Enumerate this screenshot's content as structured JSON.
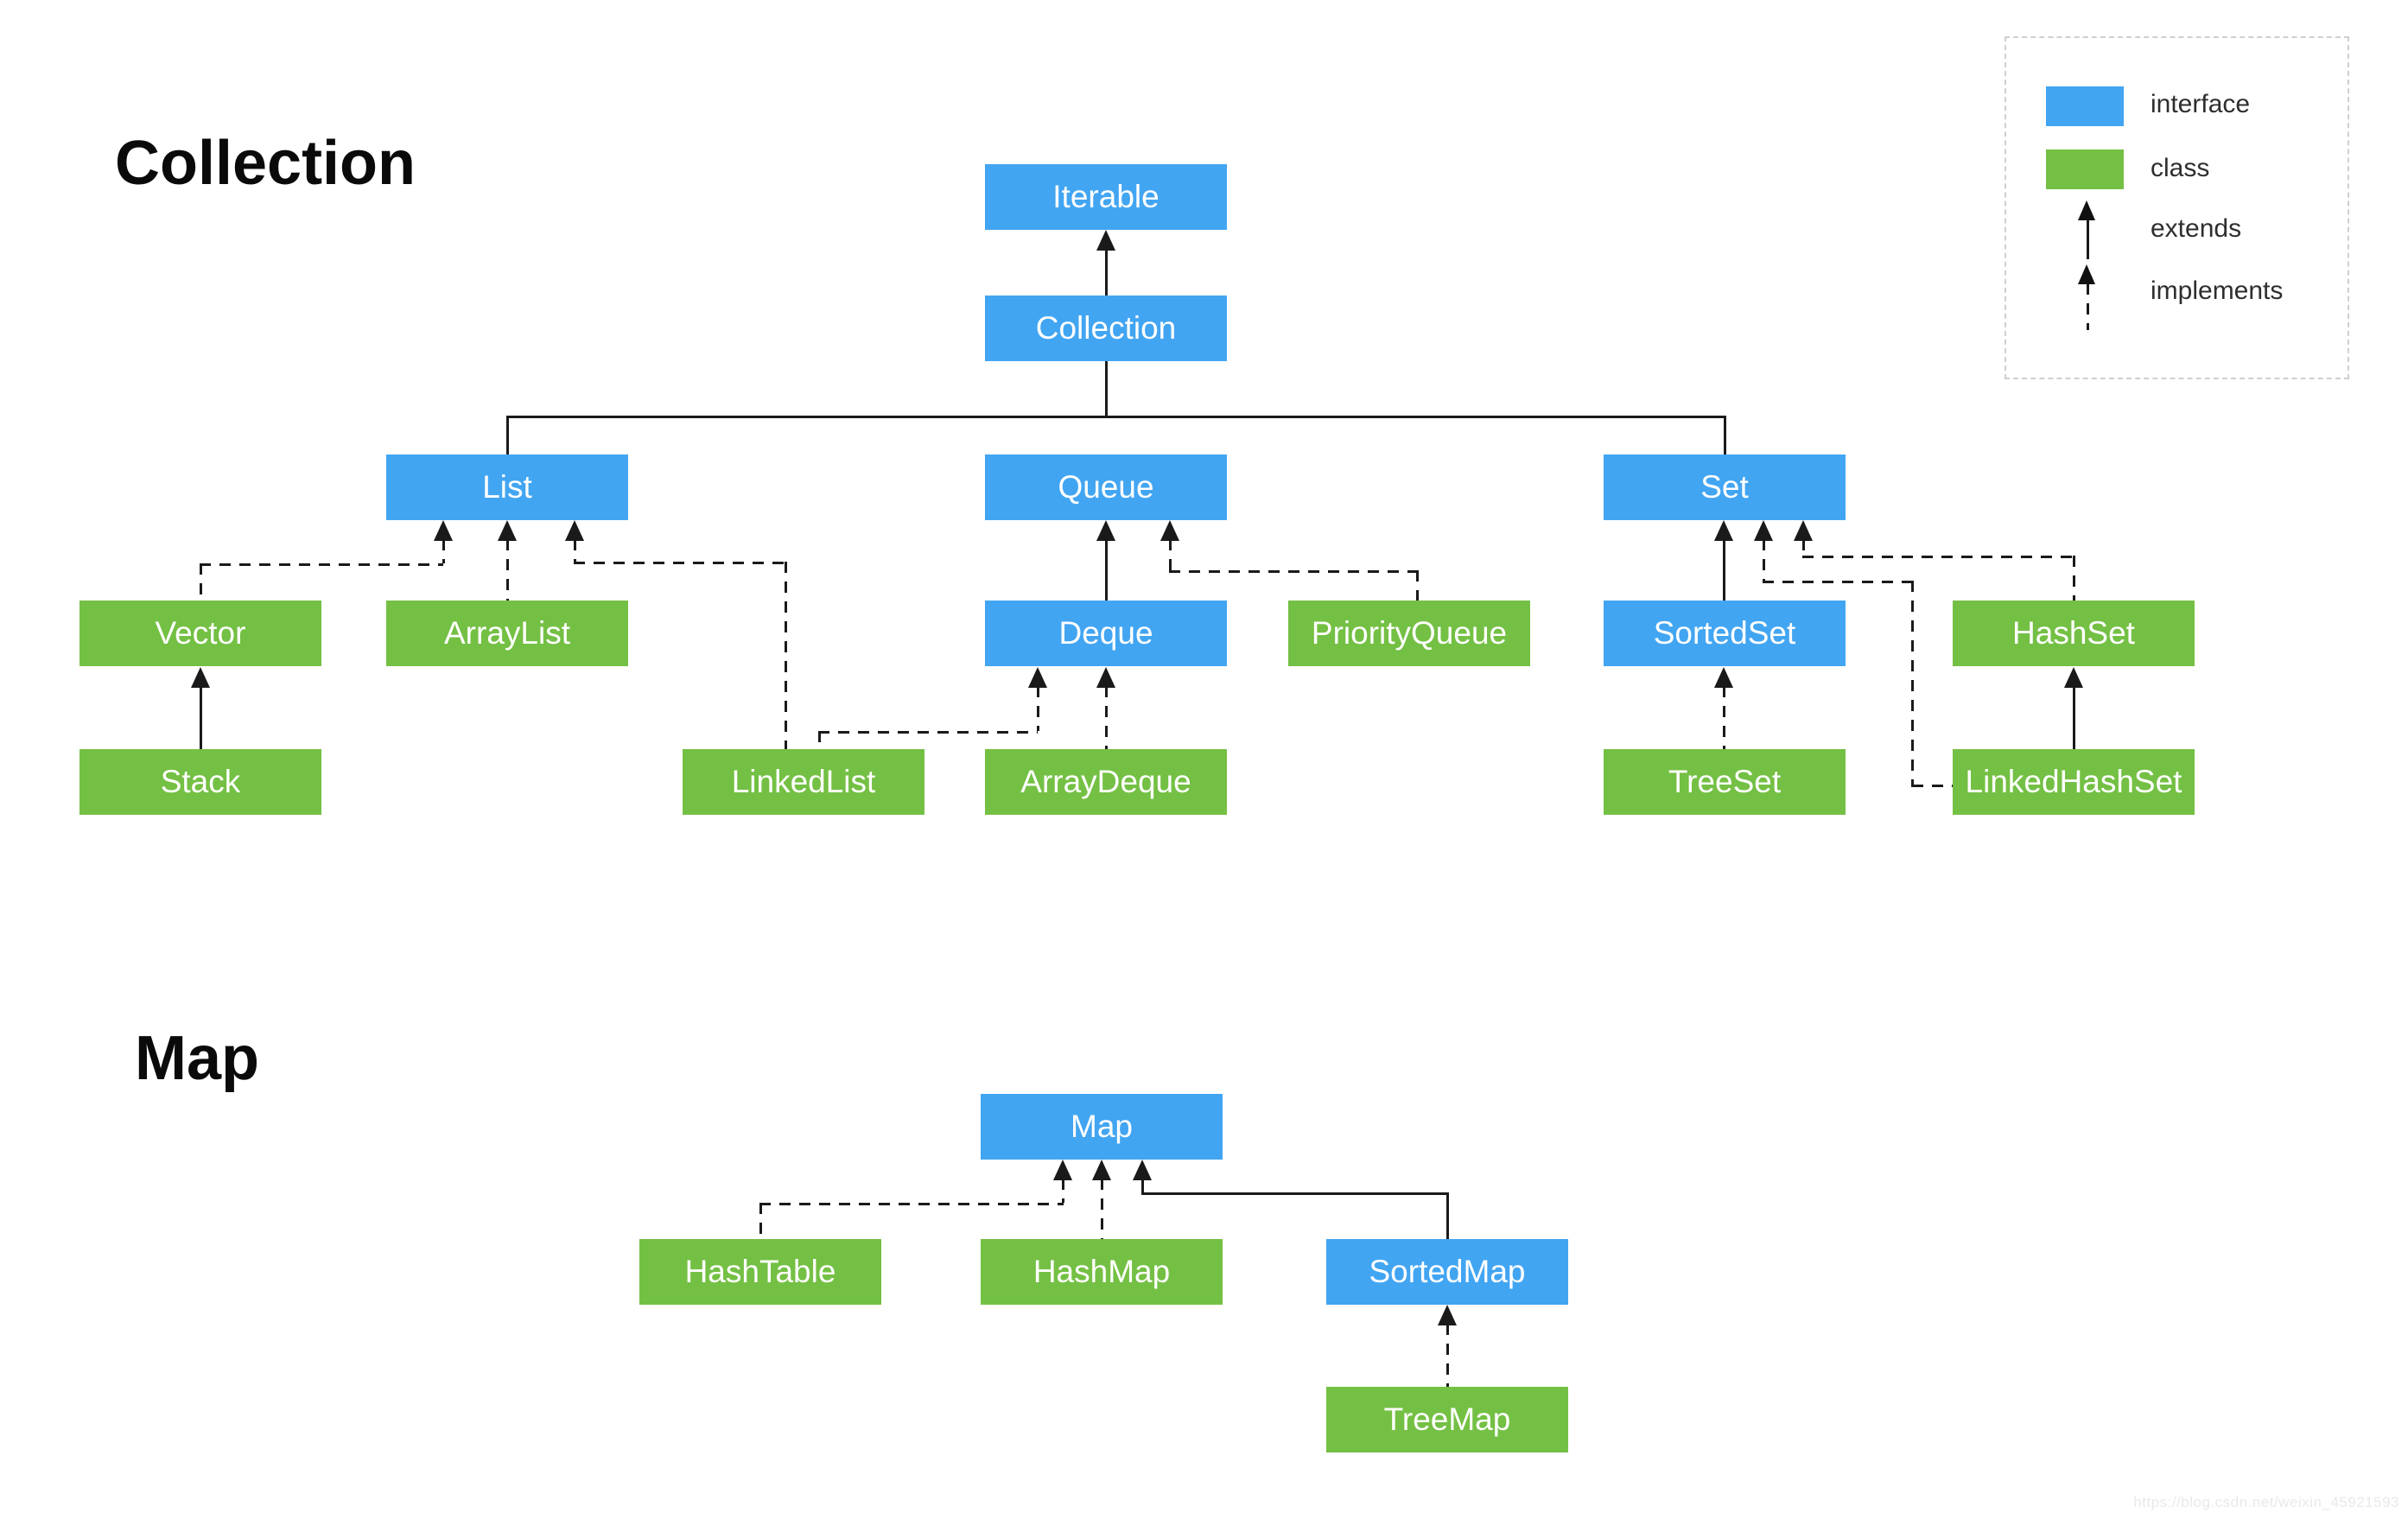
{
  "titles": {
    "collection": "Collection",
    "map": "Map"
  },
  "legend": {
    "interface_label": "interface",
    "class_label": "class",
    "extends_label": "extends",
    "implements_label": "implements"
  },
  "colors": {
    "interface_fill": "#42a5f2",
    "class_fill": "#74c044",
    "line": "#1a1a1a"
  },
  "nodes": {
    "iterable": {
      "label": "Iterable",
      "kind": "interface"
    },
    "collection": {
      "label": "Collection",
      "kind": "interface"
    },
    "list": {
      "label": "List",
      "kind": "interface"
    },
    "queue": {
      "label": "Queue",
      "kind": "interface"
    },
    "set": {
      "label": "Set",
      "kind": "interface"
    },
    "vector": {
      "label": "Vector",
      "kind": "class"
    },
    "arraylist": {
      "label": "ArrayList",
      "kind": "class"
    },
    "deque": {
      "label": "Deque",
      "kind": "interface"
    },
    "priorityqueue": {
      "label": "PriorityQueue",
      "kind": "class"
    },
    "sortedset": {
      "label": "SortedSet",
      "kind": "interface"
    },
    "hashset": {
      "label": "HashSet",
      "kind": "class"
    },
    "stack": {
      "label": "Stack",
      "kind": "class"
    },
    "linkedlist": {
      "label": "LinkedList",
      "kind": "class"
    },
    "arraydeque": {
      "label": "ArrayDeque",
      "kind": "class"
    },
    "treeset": {
      "label": "TreeSet",
      "kind": "class"
    },
    "linkedhashset": {
      "label": "LinkedHashSet",
      "kind": "class"
    },
    "map": {
      "label": "Map",
      "kind": "interface"
    },
    "hashtable": {
      "label": "HashTable",
      "kind": "class"
    },
    "hashmap": {
      "label": "HashMap",
      "kind": "class"
    },
    "sortedmap": {
      "label": "SortedMap",
      "kind": "interface"
    },
    "treemap": {
      "label": "TreeMap",
      "kind": "class"
    }
  },
  "edges": [
    {
      "from": "Collection",
      "to": "Iterable",
      "relation": "extends"
    },
    {
      "from": "List",
      "to": "Collection",
      "relation": "extends"
    },
    {
      "from": "Queue",
      "to": "Collection",
      "relation": "extends"
    },
    {
      "from": "Set",
      "to": "Collection",
      "relation": "extends"
    },
    {
      "from": "Vector",
      "to": "List",
      "relation": "implements"
    },
    {
      "from": "ArrayList",
      "to": "List",
      "relation": "implements"
    },
    {
      "from": "LinkedList",
      "to": "List",
      "relation": "implements"
    },
    {
      "from": "Stack",
      "to": "Vector",
      "relation": "extends"
    },
    {
      "from": "Deque",
      "to": "Queue",
      "relation": "extends"
    },
    {
      "from": "PriorityQueue",
      "to": "Queue",
      "relation": "implements"
    },
    {
      "from": "LinkedList",
      "to": "Deque",
      "relation": "implements"
    },
    {
      "from": "ArrayDeque",
      "to": "Deque",
      "relation": "implements"
    },
    {
      "from": "SortedSet",
      "to": "Set",
      "relation": "extends"
    },
    {
      "from": "HashSet",
      "to": "Set",
      "relation": "implements"
    },
    {
      "from": "LinkedHashSet",
      "to": "Set",
      "relation": "implements"
    },
    {
      "from": "TreeSet",
      "to": "SortedSet",
      "relation": "implements"
    },
    {
      "from": "LinkedHashSet",
      "to": "HashSet",
      "relation": "extends"
    },
    {
      "from": "HashTable",
      "to": "Map",
      "relation": "implements"
    },
    {
      "from": "HashMap",
      "to": "Map",
      "relation": "implements"
    },
    {
      "from": "SortedMap",
      "to": "Map",
      "relation": "extends"
    },
    {
      "from": "TreeMap",
      "to": "SortedMap",
      "relation": "implements"
    }
  ],
  "watermark": "https://blog.csdn.net/weixin_45921593"
}
